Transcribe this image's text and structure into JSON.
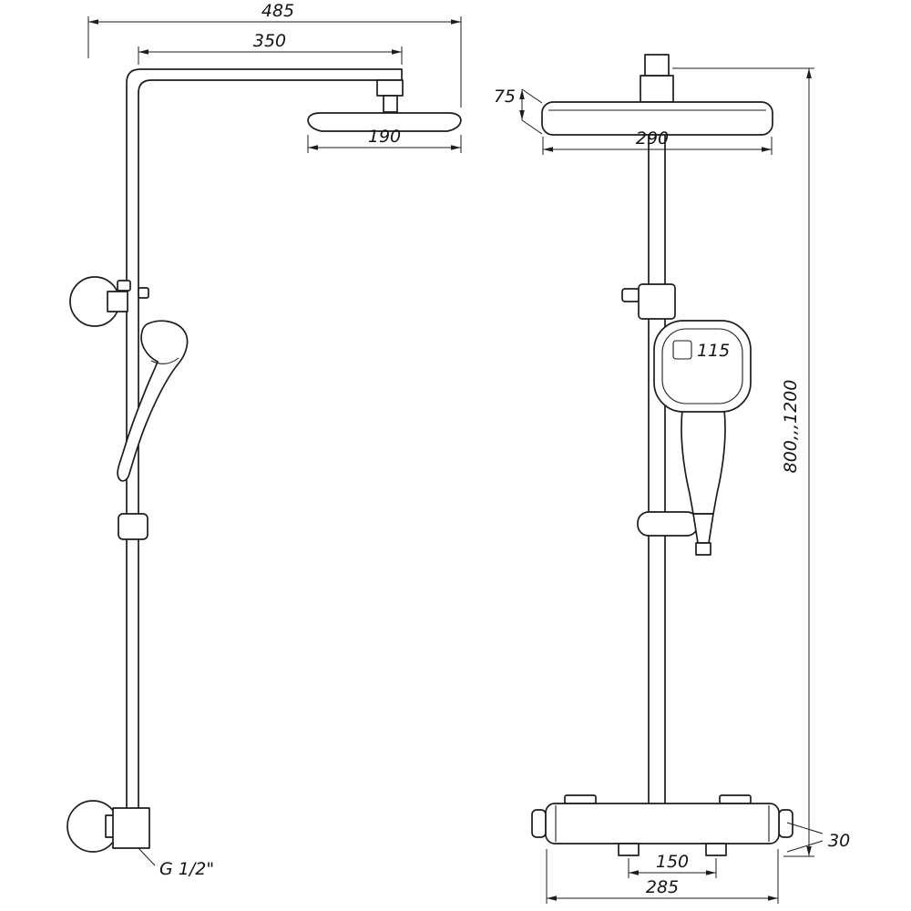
{
  "drawing": {
    "background": "#ffffff",
    "line_color": "#1d1d1d"
  },
  "dims": {
    "overall_width": "485",
    "arm_length": "350",
    "head_depth": "190",
    "head_height": "75",
    "head_width": "290",
    "handset_width": "115",
    "column_height": "800,,,1200",
    "mixer_height": "30",
    "outlet_spacing": "150",
    "mixer_width": "285",
    "inlet_thread": "G 1/2\""
  }
}
